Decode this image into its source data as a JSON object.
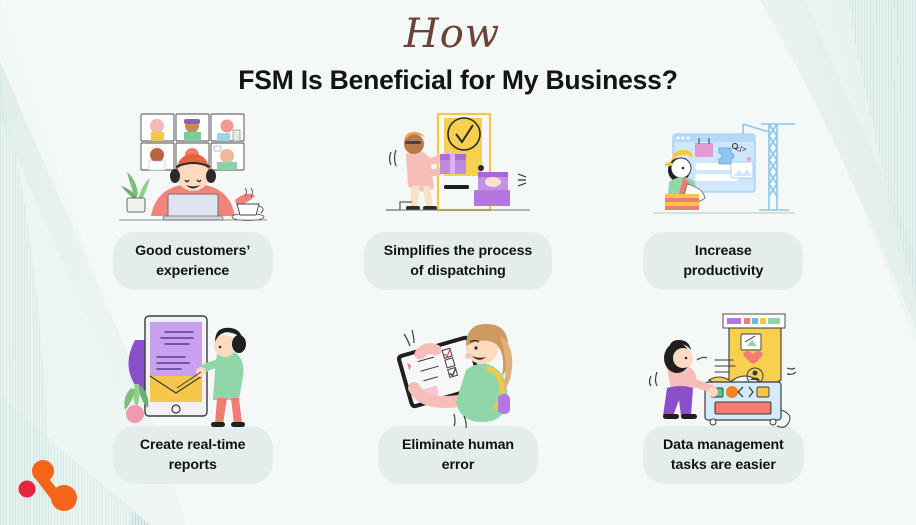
{
  "page": {
    "background_color": "#f4f8f7",
    "accent_teal": "#cfe2e0",
    "pill_color": "#e3eeec",
    "script_color": "#6b4237",
    "title_color": "#141414",
    "logo_orange": "#f4651a",
    "logo_red": "#e8253f"
  },
  "header": {
    "script_word": "How",
    "title": "FSM Is Beneficial for My Business?"
  },
  "cards": [
    {
      "id": "good-customers-experience",
      "label": "Good customers’\nexperience",
      "illustration": "video-call-illustration"
    },
    {
      "id": "simplifies-dispatching",
      "label": "Simplifies the process\nof dispatching",
      "illustration": "package-delivery-illustration"
    },
    {
      "id": "increase-productivity",
      "label": "Increase\nproductivity",
      "illustration": "website-builder-illustration"
    },
    {
      "id": "create-real-time-reports",
      "label": "Create real-time\nreports",
      "illustration": "tablet-report-illustration"
    },
    {
      "id": "eliminate-human-error",
      "label": "Eliminate human\nerror",
      "illustration": "mobile-checklist-illustration"
    },
    {
      "id": "data-management-easier",
      "label": "Data management\ntasks are easier",
      "illustration": "data-machine-illustration"
    }
  ],
  "logo": {
    "name": "brand-logo",
    "shape": "two-orange-circles-with-red-dot"
  }
}
